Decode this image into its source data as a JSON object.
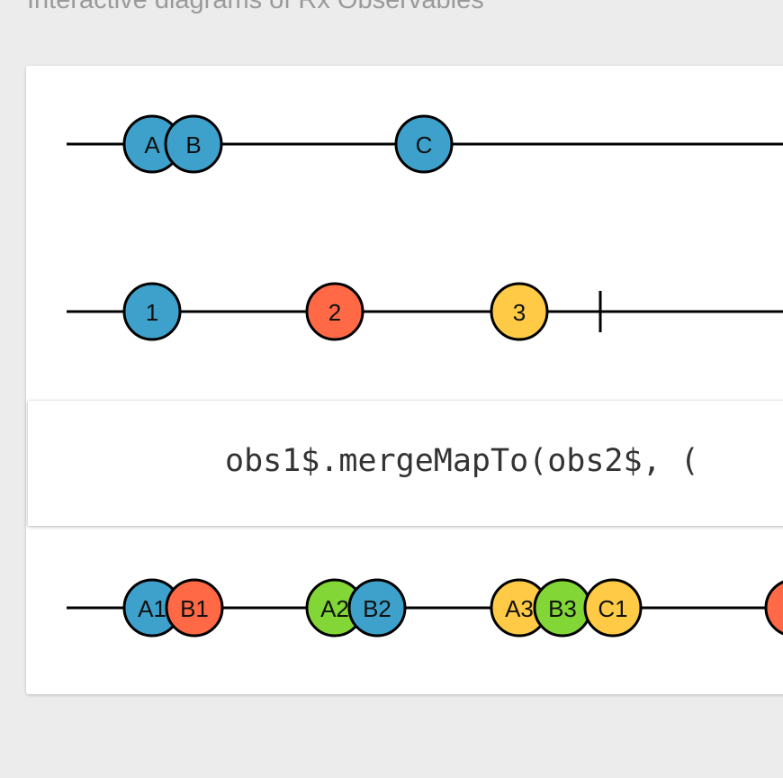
{
  "header": {
    "subtitle": "Interactive diagrams of Rx Observables"
  },
  "operator": {
    "code": "obs1$.mergeMapTo(obs2$, ("
  },
  "colors": {
    "blue": "#3ea1cb",
    "red": "#ff6946",
    "yellow": "#ffcb46",
    "green": "#82d736",
    "line": "#000000"
  },
  "streams": [
    {
      "name": "source-stream",
      "complete": false,
      "marbles": [
        {
          "label": "A",
          "color": "blue"
        },
        {
          "label": "B",
          "color": "blue"
        },
        {
          "label": "C",
          "color": "blue"
        }
      ]
    },
    {
      "name": "inner-stream",
      "complete": true,
      "marbles": [
        {
          "label": "1",
          "color": "blue"
        },
        {
          "label": "2",
          "color": "red"
        },
        {
          "label": "3",
          "color": "yellow"
        }
      ]
    },
    {
      "name": "result-stream",
      "complete": false,
      "marbles": [
        {
          "label": "A1",
          "color": "blue"
        },
        {
          "label": "B1",
          "color": "red"
        },
        {
          "label": "A2",
          "color": "green"
        },
        {
          "label": "B2",
          "color": "blue"
        },
        {
          "label": "A3",
          "color": "yellow"
        },
        {
          "label": "B3",
          "color": "green"
        },
        {
          "label": "C1",
          "color": "yellow"
        },
        {
          "label": "",
          "color": "red"
        }
      ]
    }
  ]
}
